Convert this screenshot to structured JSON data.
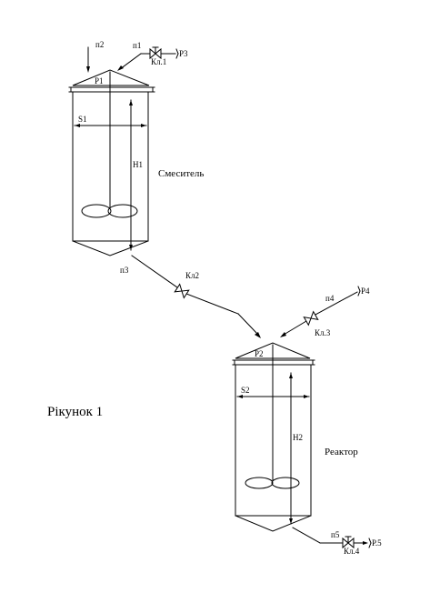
{
  "mixer": {
    "name": "Смеситель",
    "pressure_label": "Р1",
    "diameter_label": "S1",
    "level_label": "Н1"
  },
  "reactor": {
    "name": "Реактор",
    "pressure_label": "Р2",
    "diameter_label": "S2",
    "level_label": "Н2"
  },
  "pipes": {
    "p1": "п1",
    "p2": "п2",
    "p3": "п3",
    "p4": "п4",
    "p5": "п5"
  },
  "valves": {
    "kl1": "Кл.1",
    "kl2": "Кл2",
    "kl3": "Кл.3",
    "kl4": "Кл.4"
  },
  "supply_pressures": {
    "p3": "Р3",
    "p4": "Р4",
    "p5": "Р.5"
  },
  "caption": "Рікунок 1"
}
